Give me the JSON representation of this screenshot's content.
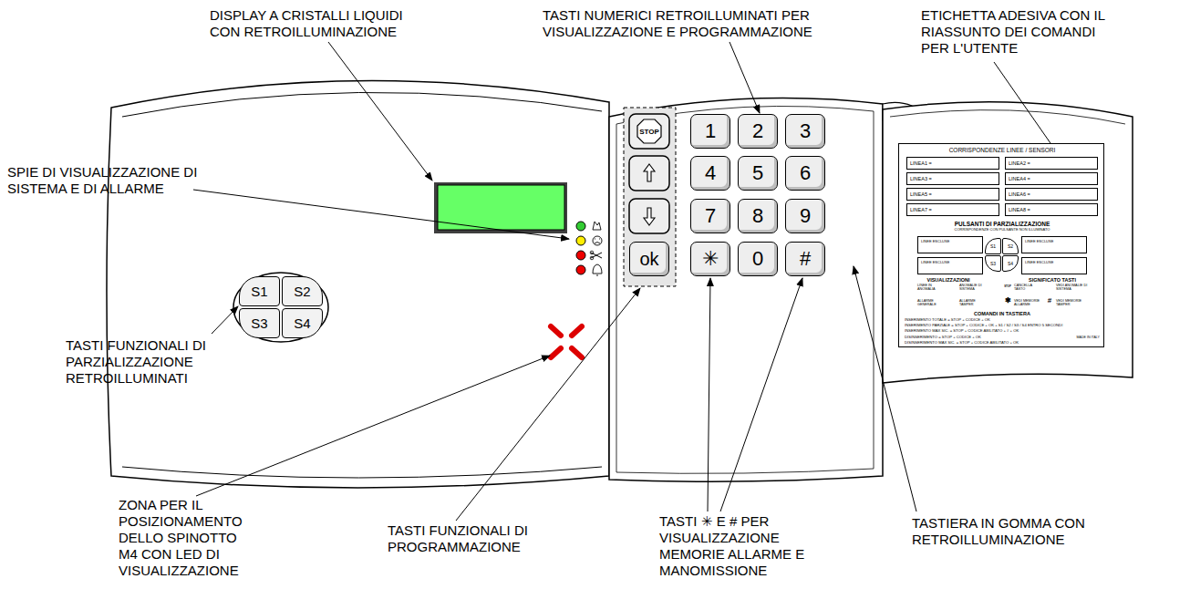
{
  "diagram": {
    "nodes": [
      {
        "text": [
          "S1"
        ]
      },
      {
        "text": [
          "S2"
        ]
      },
      {
        "text": [
          "S3"
        ]
      },
      {
        "text": [
          "S4"
        ]
      },
      {
        "text": [
          "STOP"
        ]
      },
      {
        "text": [
          "1"
        ]
      },
      {
        "text": [
          "2"
        ]
      },
      {
        "text": [
          "3"
        ]
      },
      {
        "text": [
          "4"
        ]
      },
      {
        "text": [
          "5"
        ]
      },
      {
        "text": [
          "6"
        ]
      },
      {
        "text": [
          "7"
        ]
      },
      {
        "text": [
          "8"
        ]
      },
      {
        "text": [
          "9"
        ]
      },
      {
        "text": [
          "ok"
        ]
      },
      {
        "text": [
          "✳"
        ]
      },
      {
        "text": [
          "0"
        ]
      },
      {
        "text": [
          "#"
        ]
      },
      {
        "text": [
          "CORRISPONDENZE LINEE / SENSORI",
          "PULSANTI DI PARZIALIZZAZIONE",
          "CORRISPONDENZE CON PULSANTE NON ILLUMINATO",
          "VISUALIZZAZIONI",
          "SIGNIFICATO TASTI",
          "LINEE IN ANOMALIA",
          "ANOMALIE DI SISTEMA",
          "STOP",
          "CANCELLA TASTO",
          "VEDI ANOMALIE DI SISTEMA",
          "ALLARME GENERALE",
          "ALLARME TAMPER",
          "✱",
          "VEDI MEMORIE ALLARME",
          "#",
          "VEDI MEMORIE TAMPER",
          "COMANDI IN TASTIERA",
          "INSERIMENTO TOTALE = STOP + CODICE + OK",
          "INSERIMENTO PARZIALE = STOP + CODICE + OK + S1 / S2 / S3 / S4 ENTRO 5 SECONDI",
          "INSERIMENTO MAX SIC. = STOP + CODICE ABILITATO + # + OK",
          "DISINSERIMENTO = STOP + CODICE + OK",
          "DISINSERIMENTO MAX SIC. = STOP + CODICE ABILITATO + OK",
          "MADE IN ITALY"
        ]
      },
      {
        "text": [
          "LINEA1 ="
        ],
        "in": 18
      },
      {
        "text": [
          "LINEA2 ="
        ],
        "in": 18
      },
      {
        "text": [
          "LINEA3 ="
        ],
        "in": 18
      },
      {
        "text": [
          "LINEA4 ="
        ],
        "in": 18
      },
      {
        "text": [
          "LINEA5 ="
        ],
        "in": 18
      },
      {
        "text": [
          "LINEA6 ="
        ],
        "in": 18
      },
      {
        "text": [
          "LINEA7 ="
        ],
        "in": 18
      },
      {
        "text": [
          "LINEA8 ="
        ],
        "in": 18
      },
      {
        "text": [
          "LINEE ESCLUSE"
        ],
        "in": 18
      },
      {
        "text": [
          "S1"
        ],
        "in": 18
      },
      {
        "text": [
          "S2"
        ],
        "in": 18
      },
      {
        "text": [
          "LINEE ESCLUSE"
        ],
        "in": 18
      },
      {
        "text": [
          "LINEE ESCLUSE"
        ],
        "in": 18
      },
      {
        "text": [
          "S3"
        ],
        "in": 18
      },
      {
        "text": [
          "S4"
        ],
        "in": 18
      },
      {
        "text": [
          "LINEE ESCLUSE"
        ],
        "in": 18
      }
    ],
    "labels": [
      "DISPLAY A CRISTALLI LIQUIDI CON RETROILLUMINAZIONE",
      "TASTI NUMERICI RETROILLUMINATI PER VISUALIZZAZIONE E PROGRAMMAZIONE",
      "ETICHETTA ADESIVA CON IL RIASSUNTO DEI COMANDI PER L'UTENTE",
      "SPIE DI VISUALIZZAZIONE DI SISTEMA E DI ALLARME",
      "TASTI FUNZIONALI DI PARZIALIZZAZIONE RETROILLUMINATI",
      "ZONA PER IL POSIZIONAMENTO DELLO SPINOTTO M4 CON LED DI VISUALIZZAZIONE",
      "TASTI FUNZIONALI DI PROGRAMMAZIONE",
      "TASTI ✳ E # PER VISUALIZZAZIONE MEMORIE ALLARME E MANOMISSIONE",
      "TASTIERA IN GOMMA CON RETROILLUMINAZIONE"
    ]
  }
}
